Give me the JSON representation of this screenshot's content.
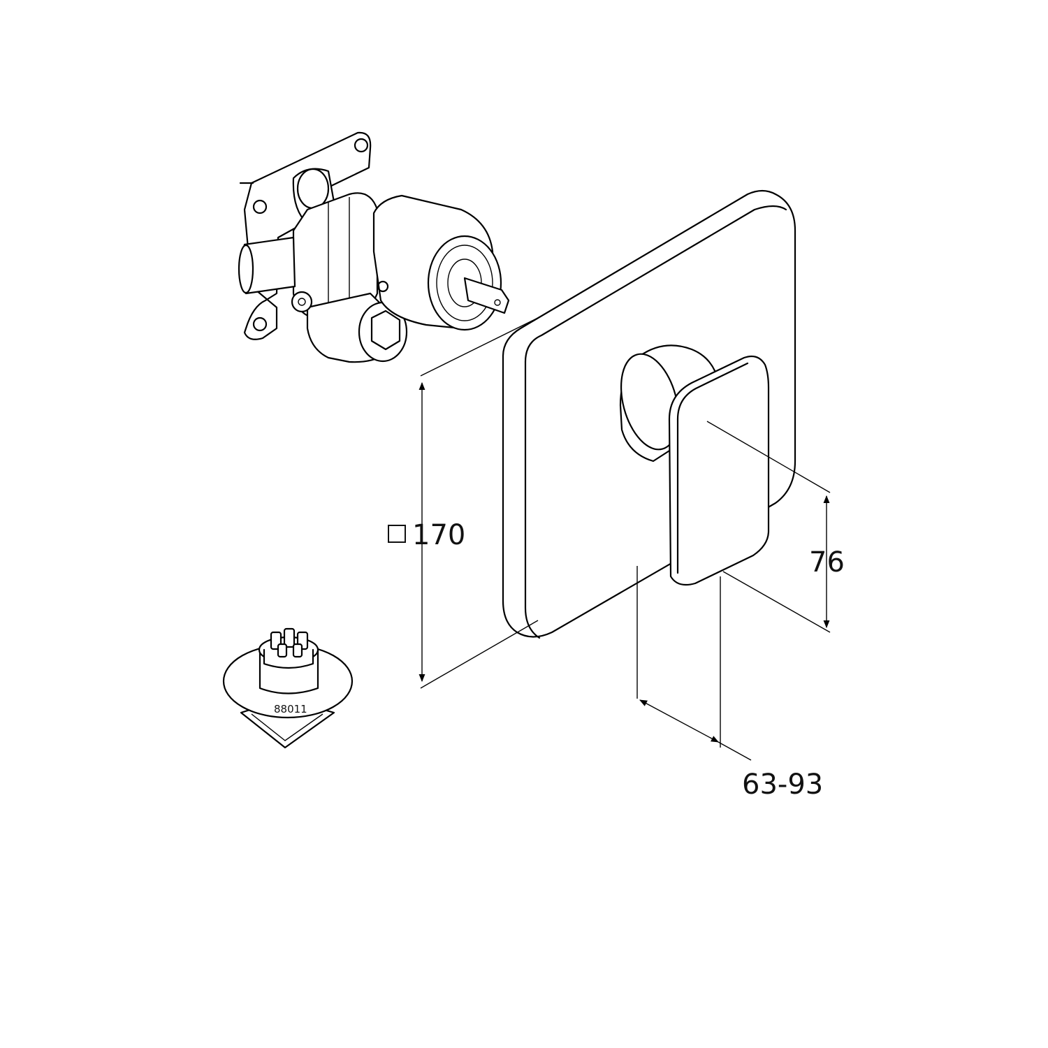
{
  "dimensions": {
    "plate_size": "170",
    "lever_height": "76",
    "projection": "63-93"
  },
  "part_number": "88011",
  "icons": {
    "square_symbol": "square-symbol-icon"
  }
}
